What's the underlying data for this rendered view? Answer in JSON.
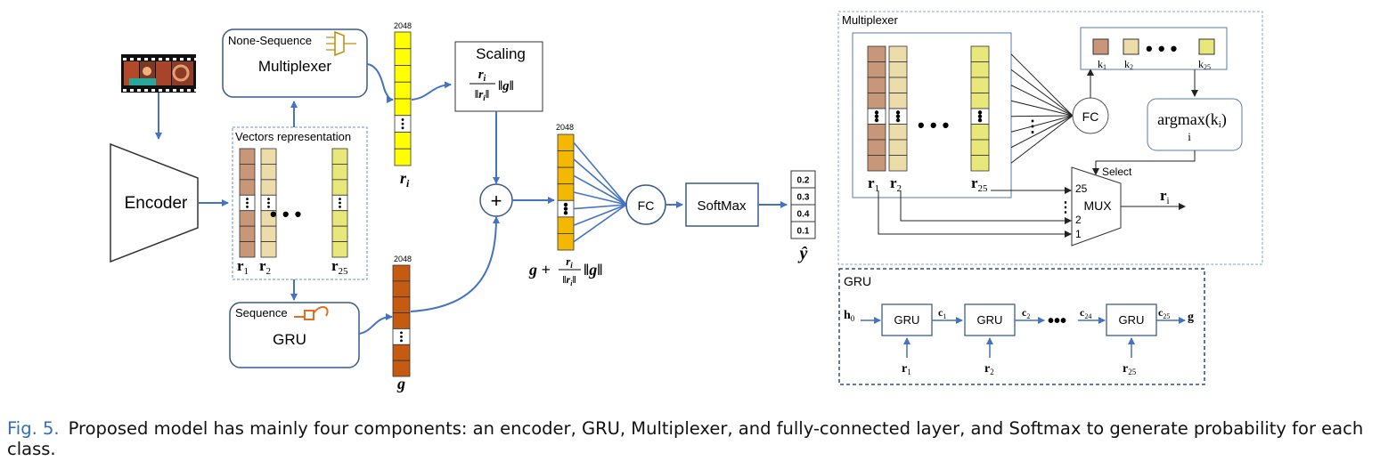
{
  "left": {
    "encoder": "Encoder",
    "vectors_title": "Vectors representation",
    "mux_tag": "None-Sequence",
    "mux_label": "Multiplexer",
    "gru_tag": "Sequence",
    "gru_label": "GRU",
    "dim_ri": "2048",
    "dim_sum": "2048",
    "dim_g": "2048",
    "r1": "r",
    "r1_sub": "1",
    "r2": "r",
    "r2_sub": "2",
    "r25": "r",
    "r25_sub": "25",
    "ri": "r",
    "ri_sub": "i",
    "g": "g",
    "scaling_title": "Scaling",
    "scaling_num": "r",
    "scaling_num_sub": "i",
    "scaling_den": "‖r",
    "scaling_den_sub": "i",
    "scaling_den_end": "‖",
    "scaling_norm": "‖g‖",
    "plus": "+",
    "sum_g": "g +",
    "sum_num": "r",
    "sum_num_sub": "i",
    "sum_den": "‖r",
    "sum_den_sub": "i",
    "sum_den_end": "‖",
    "sum_norm": "‖g‖",
    "fc": "FC",
    "softmax": "SoftMax",
    "probs": [
      "0.2",
      "0.3",
      "0.4",
      "0.1"
    ],
    "yhat": "ŷ"
  },
  "mux_panel": {
    "title": "Multiplexer",
    "r1": "r",
    "r1_sub": "1",
    "r2": "r",
    "r2_sub": "2",
    "r25": "r",
    "r25_sub": "25",
    "fc": "FC",
    "k1": "k",
    "k1_sub": "1",
    "k2": "k",
    "k2_sub": "2",
    "k25": "k",
    "k25_sub": "25",
    "argmax": "argmax(k",
    "argmax_sub": "i",
    "argmax_end": ")",
    "argmax_under": "i",
    "select": "Select",
    "mux": "MUX",
    "in25": "25",
    "in2": "2",
    "in1": "1",
    "vdots": "⋮",
    "out": "r",
    "out_sub": "i"
  },
  "gru_panel": {
    "title": "GRU",
    "h0": "h",
    "h0_sub": "0",
    "cells": [
      "GRU",
      "GRU",
      "GRU"
    ],
    "c1": "c",
    "c1_sub": "1",
    "c2": "c",
    "c2_sub": "2",
    "c24": "c",
    "c24_sub": "24",
    "c25": "c",
    "c25_sub": "25",
    "g": "g",
    "in1": "r",
    "in1_sub": "1",
    "in2": "r",
    "in2_sub": "2",
    "in25": "r",
    "in25_sub": "25"
  },
  "caption": {
    "fig_label": "Fig. 5.",
    "text": "Proposed model has mainly four components: an encoder, GRU, Multiplexer, and fully-connected layer, and Softmax to generate probability for each class."
  },
  "colors": {
    "arrow": "#4472c4",
    "brown": "#c8977a",
    "beige": "#ecdcaa",
    "lime": "#e8e87a",
    "yellow": "#ffff00",
    "gold": "#f5b800",
    "rust": "#c55a11",
    "panel_dash": "#8aa6cf",
    "panel_dark": "#2f4f7f"
  }
}
